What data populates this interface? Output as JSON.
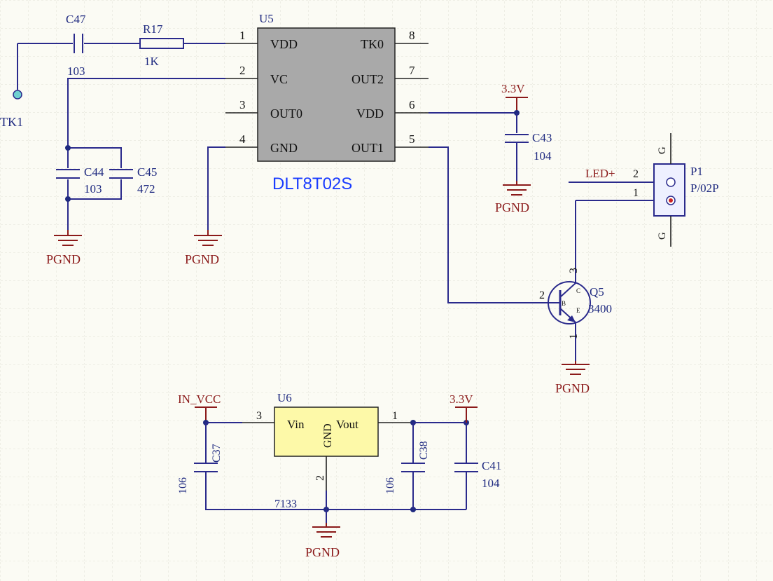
{
  "u5": {
    "ref": "U5",
    "part": "DLT8T02S",
    "pins": [
      {
        "num": "1",
        "name": "VDD"
      },
      {
        "num": "2",
        "name": "VC"
      },
      {
        "num": "3",
        "name": "OUT0"
      },
      {
        "num": "4",
        "name": "GND"
      },
      {
        "num": "8",
        "name": "TK0"
      },
      {
        "num": "7",
        "name": "OUT2"
      },
      {
        "num": "6",
        "name": "VDD"
      },
      {
        "num": "5",
        "name": "OUT1"
      }
    ]
  },
  "u6": {
    "ref": "U6",
    "part": "7133",
    "vin": "Vin",
    "gnd": "GND",
    "vout": "Vout",
    "pin_vin": "3",
    "pin_vout": "1",
    "pin_gnd": "2"
  },
  "c47": {
    "ref": "C47",
    "value": "103"
  },
  "r17": {
    "ref": "R17",
    "value": "1K"
  },
  "tk1": {
    "ref": "TK1"
  },
  "c44": {
    "ref": "C44",
    "value": "103"
  },
  "c45": {
    "ref": "C45",
    "value": "472"
  },
  "c43": {
    "ref": "C43",
    "value": "104"
  },
  "c37": {
    "ref": "C37",
    "value": "106"
  },
  "c38": {
    "ref": "C38",
    "value": "106"
  },
  "c41": {
    "ref": "C41",
    "value": "104"
  },
  "q5": {
    "ref": "Q5",
    "value": "3400",
    "pin_b": "2",
    "pin_c": "3",
    "pin_e": "1",
    "b": "B",
    "c": "C",
    "e": "E"
  },
  "p1": {
    "ref": "P1",
    "value": "P/02P",
    "net": "LED+",
    "pin2": "2",
    "pin1": "1",
    "g": "G"
  },
  "nets": {
    "pgnd": "PGND",
    "v33": "3.3V",
    "invcc": "IN_VCC"
  },
  "colors": {
    "wire": "#2a2a8c",
    "power": "#8b1a1a",
    "chip_body": "#a9a9a9",
    "reg_body": "#fdf9a8",
    "part_label": "#1a3cff",
    "grid": "#e2e2d6"
  }
}
